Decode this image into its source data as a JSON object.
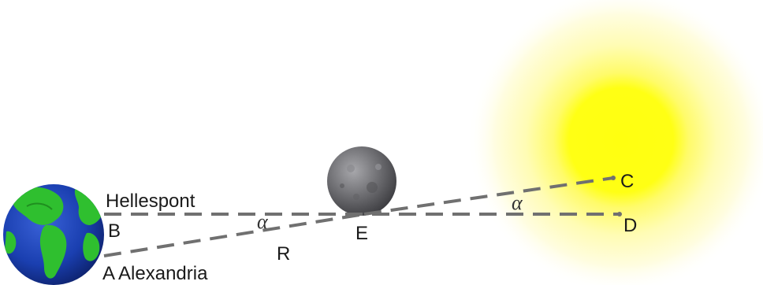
{
  "labels": {
    "hellespont": "Hellespont",
    "b": "B",
    "a_alexandria": "A Alexandria",
    "alpha_near": "α",
    "r": "R",
    "e": "E",
    "alpha_far": "α",
    "c": "C",
    "d": "D"
  },
  "colors": {
    "earth_ocean": "#1a3fb0",
    "earth_land": "#2fbf2f",
    "moon": "#6e6e72",
    "sun_core": "#ffff10",
    "sun_glow": "#fffbc8",
    "rays": "#707070",
    "text": "#1a1a1a"
  },
  "icons": {
    "earth": "earth-globe-icon",
    "moon": "moon-icon",
    "sun": "sun-icon"
  }
}
